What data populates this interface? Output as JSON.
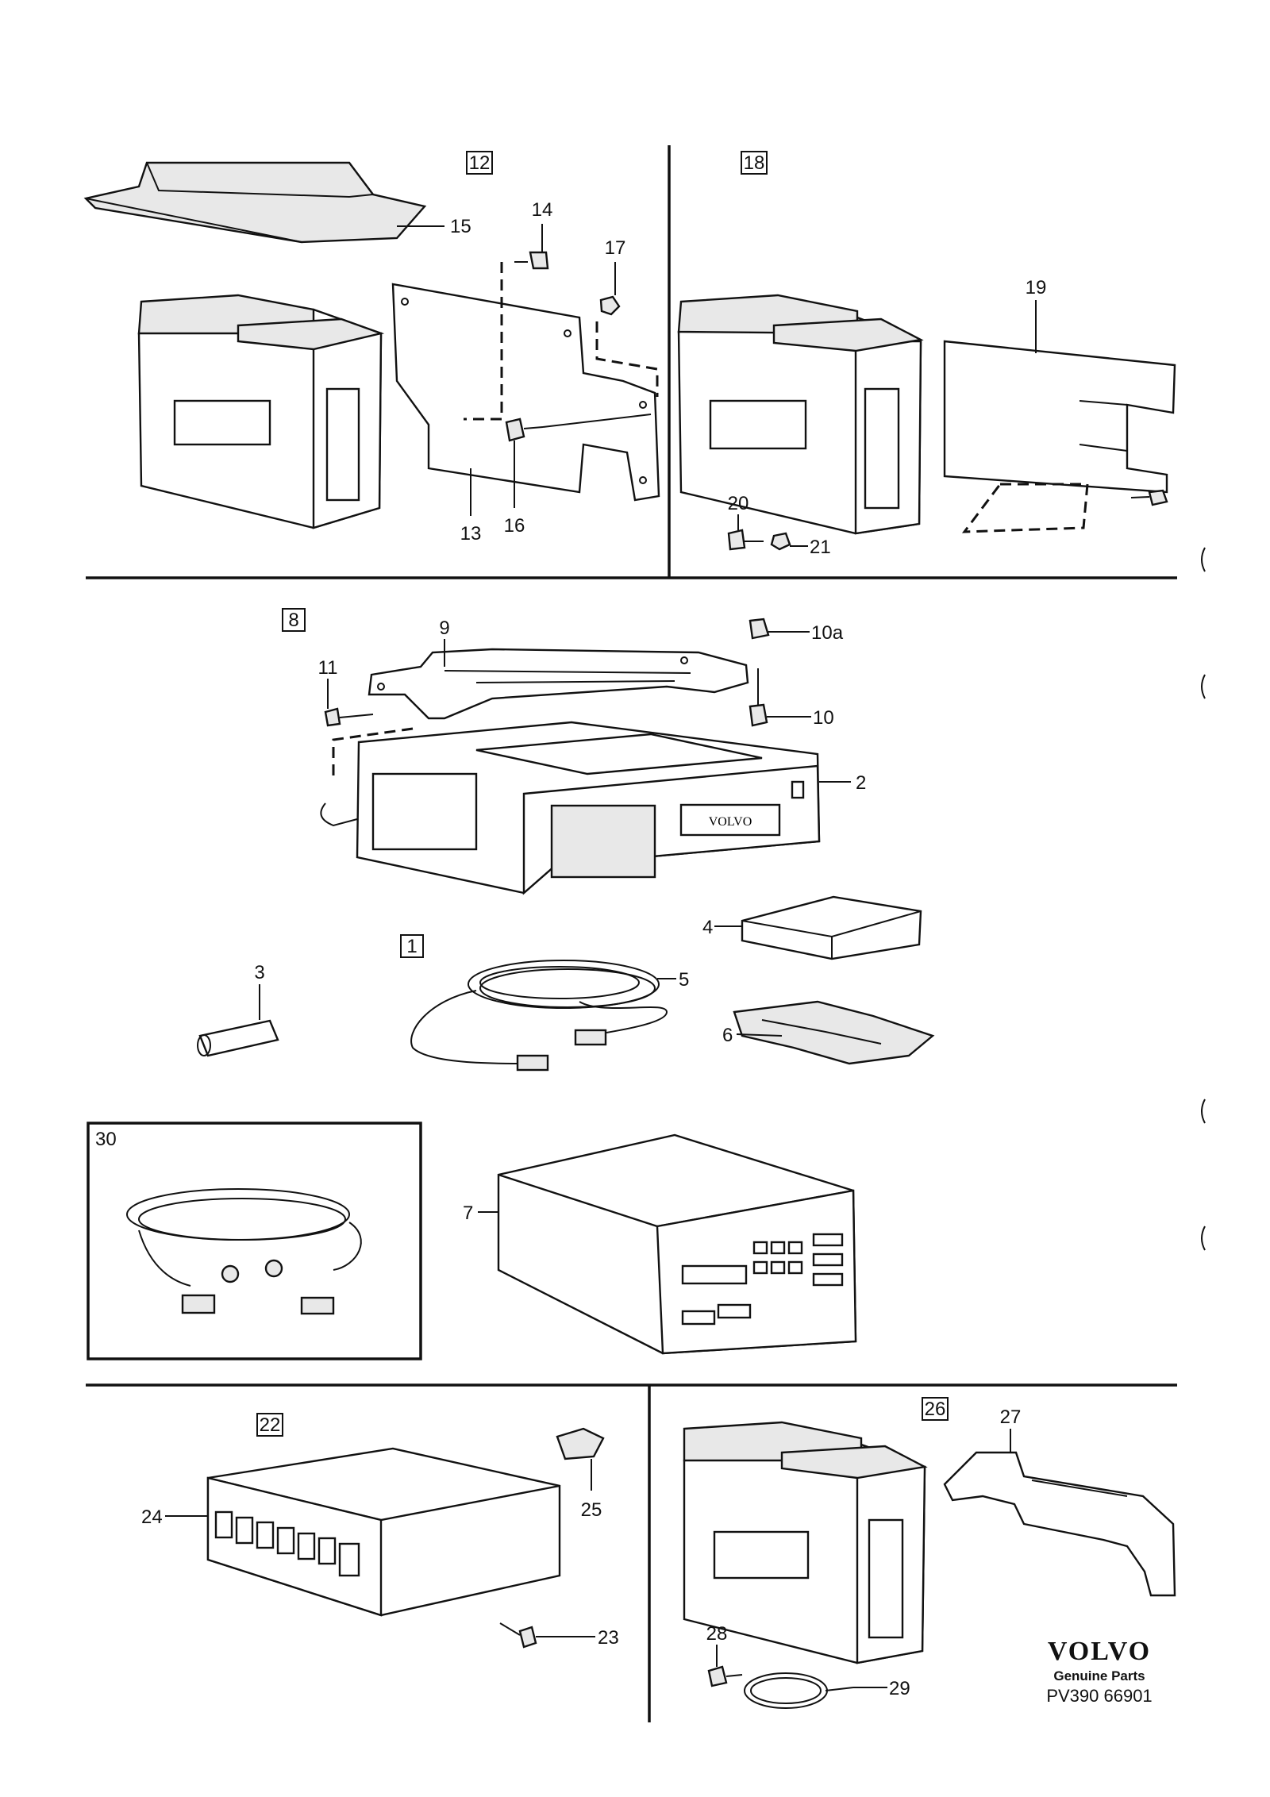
{
  "box_labels": [
    "12",
    "18",
    "8",
    "1",
    "30",
    "22",
    "26"
  ],
  "callouts": [
    "14",
    "17",
    "15",
    "13",
    "16",
    "19",
    "20",
    "21",
    "11",
    "9",
    "10a",
    "10",
    "2",
    "4",
    "5",
    "3",
    "6",
    "7",
    "24",
    "25",
    "23",
    "27",
    "28",
    "29"
  ],
  "device_badge": "VOLVO",
  "brand": {
    "logo": "VOLVO",
    "subtitle": "Genuine Parts",
    "code": "PV390 66901"
  }
}
